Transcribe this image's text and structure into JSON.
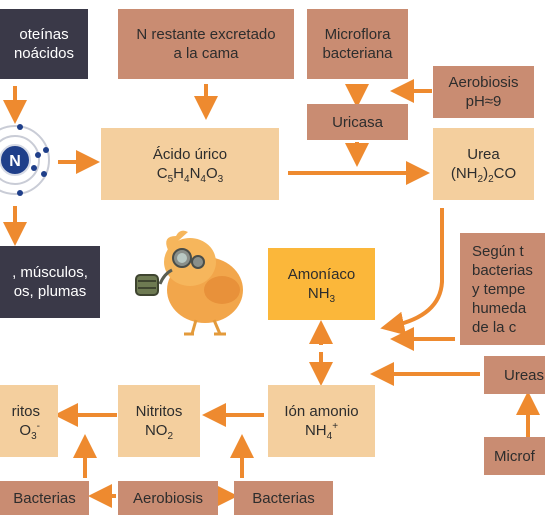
{
  "nodes": {
    "proteinas": {
      "lines": [
        "oteínas",
        "noácidos"
      ]
    },
    "n_restante": {
      "lines": [
        "N restante excretado",
        "a la cama"
      ]
    },
    "microflora": {
      "lines": [
        "Microflora",
        "bacteriana"
      ]
    },
    "aerobiosis_ph": {
      "lines": [
        "Aerobiosis",
        "pH≈9"
      ]
    },
    "uricasa": {
      "lines": [
        "Uricasa"
      ]
    },
    "acido_urico": {
      "name": "Ácido úrico",
      "formula": [
        "C",
        "5",
        "H",
        "4",
        "N",
        "4",
        "O",
        "3"
      ]
    },
    "urea": {
      "name": "Urea",
      "formula_pre": "(NH",
      "formula_sub": "2",
      "formula_post": ")",
      "formula_sub2": "2",
      "formula_end": "CO"
    },
    "musculos": {
      "lines": [
        ", músculos,",
        "os, plumas"
      ]
    },
    "amoniaco": {
      "name": "Amoníaco",
      "formula_main": "NH",
      "formula_sub": "3"
    },
    "segun": {
      "lines": [
        "Según t",
        "bacterias",
        "y tempe",
        "humeda",
        "de la c"
      ]
    },
    "ureas": {
      "lines": [
        "Ureas"
      ]
    },
    "nitritos_left": {
      "line1": "ritos",
      "formula_main": "O",
      "formula_sub": "3",
      "formula_sup": "-"
    },
    "nitritos": {
      "name": "Nitritos",
      "formula_main": "NO",
      "formula_sub": "2"
    },
    "ion_amonio": {
      "name": "Ión amonio",
      "formula_main": "NH",
      "formula_sub": "4",
      "formula_sup": "+"
    },
    "microf": {
      "lines": [
        "Microf"
      ]
    },
    "bacterias_left": {
      "lines": [
        "Bacterias"
      ]
    },
    "aerobiosis": {
      "lines": [
        "Aerobiosis"
      ]
    },
    "bacterias_right": {
      "lines": [
        "Bacterias"
      ]
    },
    "nitrogen_atom": {
      "symbol": "N"
    }
  },
  "colors": {
    "dark": "#3a3948",
    "tan": "#c98c72",
    "beige": "#f4cf9e",
    "amber": "#fbb73a",
    "arrow": "#ee8a2f",
    "atom": "#1f3f8a"
  },
  "illustration": "chick-with-gas-mask-icon"
}
